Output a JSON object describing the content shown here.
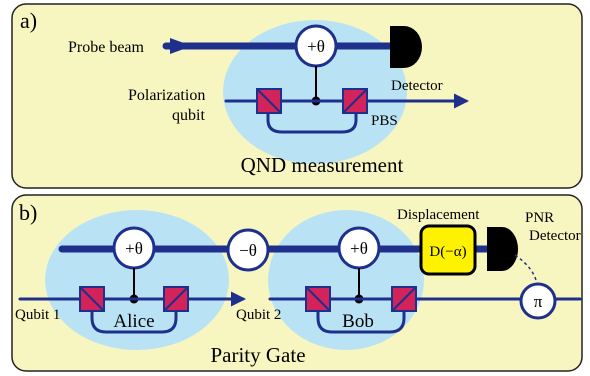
{
  "panel_a": {
    "tag": "a)",
    "probe_label": "Probe beam",
    "phase_plus": "+θ",
    "detector_label": "Detector",
    "qubit_label_line1": "Polarization",
    "qubit_label_line2": "qubit",
    "pbs_label": "PBS",
    "caption": "QND measurement"
  },
  "panel_b": {
    "tag": "b)",
    "displacement_label": "Displacement",
    "displacement_box": "D(−α)",
    "pnr_line1": "PNR",
    "pnr_line2": "Detector",
    "phase_plus_1": "+θ",
    "phase_minus": "−θ",
    "phase_plus_2": "+θ",
    "qubit1_label": "Qubit 1",
    "qubit2_label": "Qubit 2",
    "alice_label": "Alice",
    "bob_label": "Bob",
    "pi_label": "π",
    "caption": "Parity Gate"
  },
  "colors": {
    "panel_fill": "#f8f6c0",
    "ellipse_fill": "#b9e3f5",
    "beam": "#1f2f8c",
    "pbs_fill": "#d2235a",
    "displacement_fill": "#fff200"
  }
}
